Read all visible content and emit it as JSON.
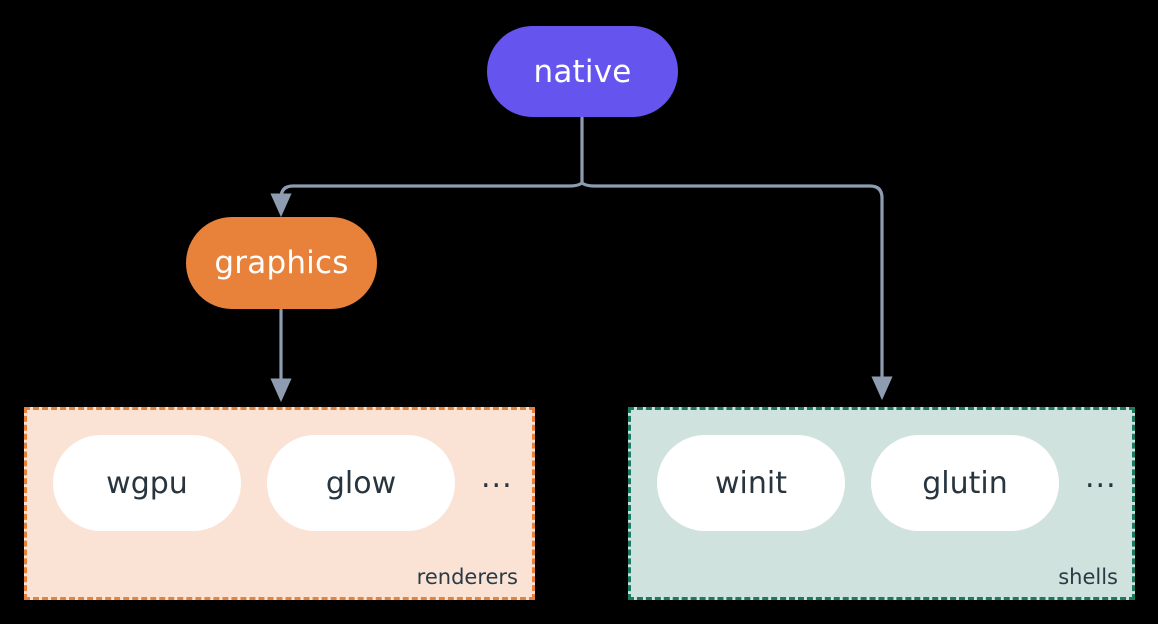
{
  "diagram": {
    "background_color": "#000000",
    "edge_color": "#8d9cb0",
    "nodes": {
      "native": {
        "label": "native",
        "color": "#6654ef",
        "text_color": "#ffffff"
      },
      "graphics": {
        "label": "graphics",
        "color": "#e8813a",
        "text_color": "#ffffff"
      }
    },
    "groups": [
      {
        "name": "renderers",
        "label": "renderers",
        "fill_color": "#fae3d5",
        "border_color": "#e8813a",
        "border_style": "dashed",
        "items": [
          {
            "label": "wgpu"
          },
          {
            "label": "glow"
          }
        ],
        "overflow_label": "..."
      },
      {
        "name": "shells",
        "label": "shells",
        "fill_color": "#cfe2dd",
        "border_color": "#1a7a62",
        "border_style": "dashed",
        "items": [
          {
            "label": "winit"
          },
          {
            "label": "glutin"
          }
        ],
        "overflow_label": "..."
      }
    ],
    "edges": [
      {
        "from": "native",
        "to": "graphics",
        "arrow": true
      },
      {
        "from": "native",
        "to": "shells",
        "arrow": true
      },
      {
        "from": "graphics",
        "to": "renderers",
        "arrow": true
      }
    ]
  }
}
